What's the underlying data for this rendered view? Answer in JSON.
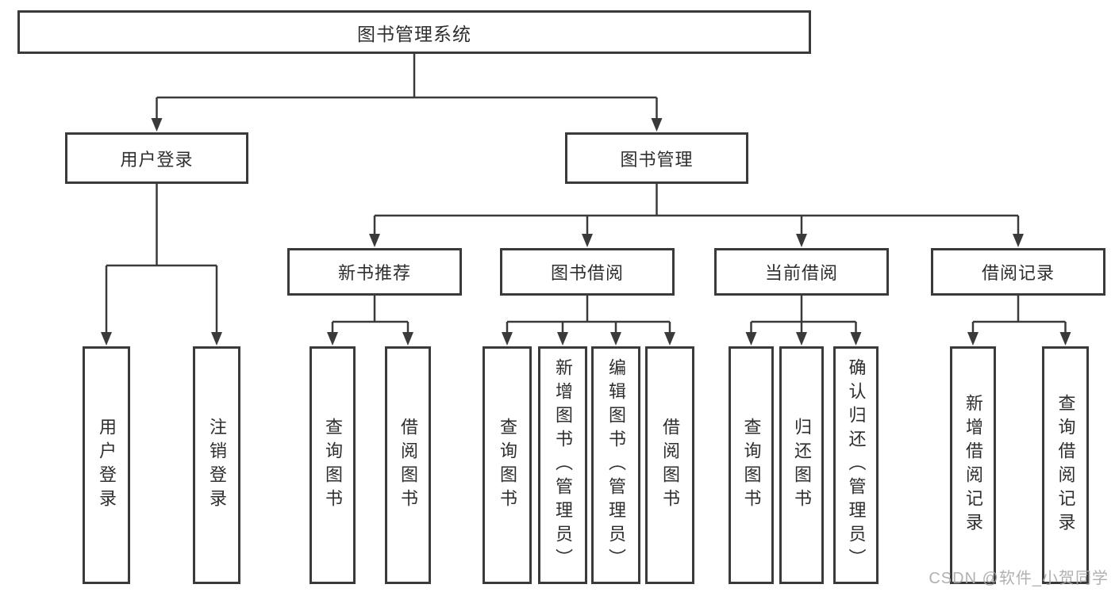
{
  "diagram": {
    "root": {
      "label": "图书管理系统"
    },
    "level2": [
      {
        "id": "user-login",
        "label": "用户登录"
      },
      {
        "id": "book-management",
        "label": "图书管理"
      }
    ],
    "level3": [
      {
        "id": "new-book-recommendation",
        "label": "新书推荐"
      },
      {
        "id": "book-borrowing",
        "label": "图书借阅"
      },
      {
        "id": "current-borrowing",
        "label": "当前借阅"
      },
      {
        "id": "borrowing-records",
        "label": "借阅记录"
      }
    ],
    "level4": {
      "under_user_login": [
        {
          "label": "用户登录"
        },
        {
          "label": "注销登录"
        }
      ],
      "under_new_book_recommendation": [
        {
          "label": "查询图书"
        },
        {
          "label": "借阅图书"
        }
      ],
      "under_book_borrowing": [
        {
          "label": "查询图书"
        },
        {
          "label": "新增图书（管理员）"
        },
        {
          "label": "编辑图书（管理员）"
        },
        {
          "label": "借阅图书"
        }
      ],
      "under_current_borrowing": [
        {
          "label": "查询图书"
        },
        {
          "label": "归还图书"
        },
        {
          "label": "确认归还（管理员）"
        }
      ],
      "under_borrowing_records": [
        {
          "label": "新增借阅记录"
        },
        {
          "label": "查询借阅记录"
        }
      ]
    }
  },
  "colors": {
    "line": "#3a3a3a",
    "border": "#3a3a3a",
    "text": "#2e2e2e",
    "background": "#ffffff",
    "watermark": "#a8a8a8"
  },
  "watermark": {
    "text": "CSDN @软件_小贺同学"
  }
}
